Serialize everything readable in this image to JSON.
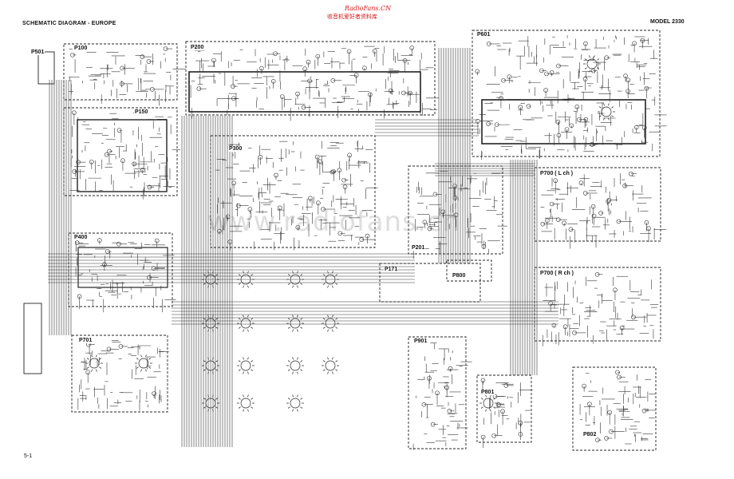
{
  "header": {
    "title": "SCHEMATIC DIAGRAM - EUROPE",
    "model": "MODEL 2330",
    "site": "RadioFans.CN",
    "site_cn": "收音机爱好者资料库"
  },
  "page_number": "5-1",
  "watermark": "www.radiofans.cn",
  "blocks": {
    "p100": "P100",
    "p150": "P150",
    "p200": "P200",
    "p300": "P300",
    "p400": "P400",
    "p601": "P601",
    "p700l": "P700 ( L ch )",
    "p700r": "P700 ( R ch )",
    "p701": "P701",
    "p901": "P901",
    "p801": "P801",
    "p802": "P802",
    "p201": "P201",
    "p171": "P171",
    "p800": "P800",
    "p501": "P501"
  },
  "colors": {
    "line": "#1a1a1a",
    "box": "#2a2a2a",
    "title_red": "#d21a1a"
  }
}
